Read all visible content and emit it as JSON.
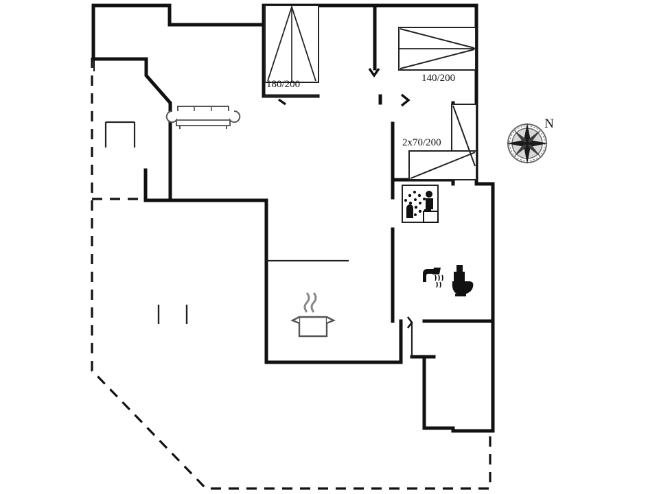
{
  "document": {
    "type": "floor-plan",
    "title": "Holiday house floor plan",
    "background_color": "#ffffff",
    "wall_color": "#111111",
    "thin_line_color": "#3a3a3a",
    "furniture_color": "#555555",
    "text_color": "#111111"
  },
  "labels": {
    "bed_single_large": "180/200",
    "bed_double": "140/200",
    "bunk_beds": "2x70/200",
    "north": "N"
  },
  "icons": {
    "sofa": "sofa-icon",
    "cooking_pot": "cooking-pot-icon",
    "shower": "shower-icon",
    "toilet": "toilet-icon",
    "sauna": "sauna-icon",
    "compass": "compass-rose-icon"
  },
  "rooms": [
    {
      "name": "living-room",
      "label": ""
    },
    {
      "name": "bedroom-180",
      "label": "180/200"
    },
    {
      "name": "bedroom-140",
      "label": "140/200"
    },
    {
      "name": "bedroom-bunk",
      "label": "2x70/200"
    },
    {
      "name": "sauna",
      "label": ""
    },
    {
      "name": "bathroom",
      "label": ""
    },
    {
      "name": "kitchen",
      "label": ""
    },
    {
      "name": "utility-room",
      "label": ""
    },
    {
      "name": "terrace",
      "label": ""
    }
  ]
}
